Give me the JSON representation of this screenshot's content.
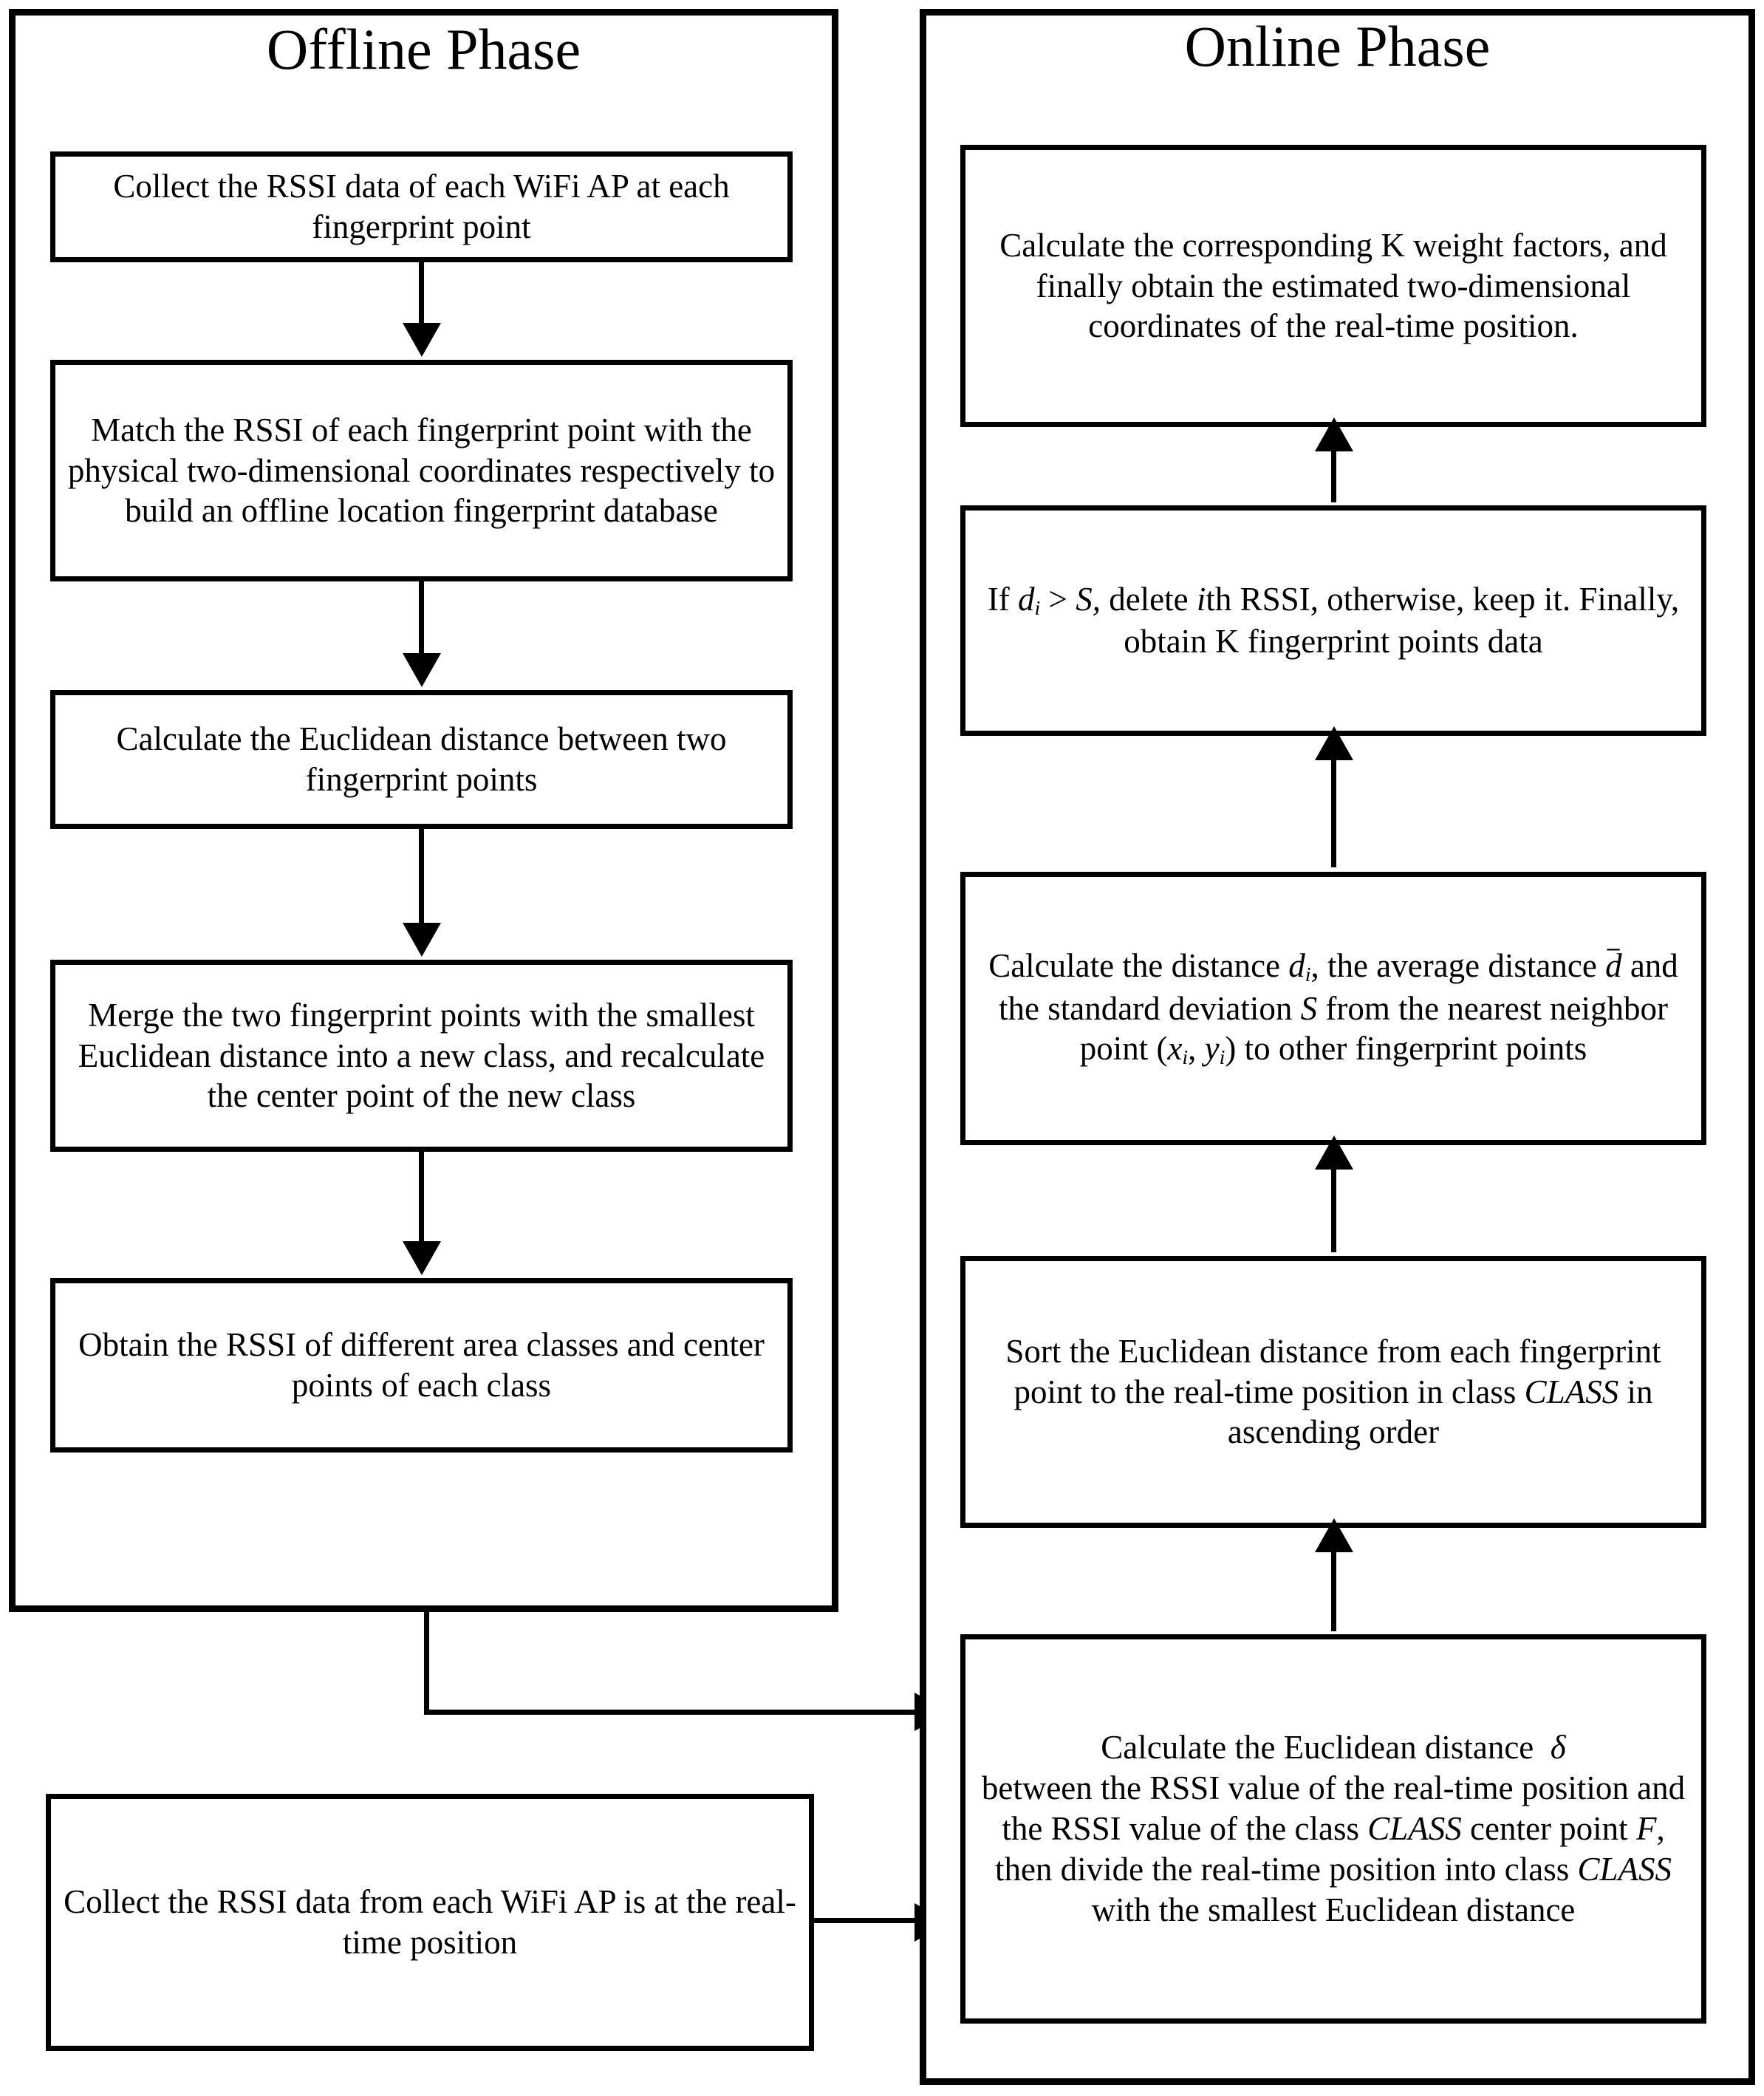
{
  "diagram": {
    "title_left": "Offline Phase",
    "title_right": "Online Phase",
    "offline": {
      "steps": [
        {
          "id": "collect-rssi-fingerprint",
          "text": "Collect the RSSI data of each WiFi AP at each fingerprint point"
        },
        {
          "id": "match-rssi-coordinates",
          "text": "Match the RSSI of each fingerprint point with the physical two-dimensional coordinates respectively to build an offline location fingerprint database"
        },
        {
          "id": "calc-euclidean-two-points",
          "text": "Calculate the Euclidean distance between two fingerprint points"
        },
        {
          "id": "merge-two-points",
          "text": "Merge the two fingerprint points with the smallest Euclidean distance into a new class, and recalculate the center point of the new class"
        },
        {
          "id": "obtain-rssi-area-classes",
          "text": "Obtain the RSSI of different area classes and center points of each class"
        }
      ]
    },
    "online": {
      "steps": [
        {
          "id": "calc-weight-factors",
          "text": "Calculate the corresponding K weight factors, and finally obtain the estimated two-dimensional coordinates of the real-time position."
        },
        {
          "id": "threshold-delete-rssi",
          "text": "If di > S, delete ith RSSI, otherwise, keep it. Finally, obtain K fingerprint points data"
        },
        {
          "id": "calc-distance-stats",
          "text": "Calculate the distance di, the average distance d and the standard deviation S from the nearest neighbor point (xi, yi) to other fingerprint points"
        },
        {
          "id": "sort-euclidean-ascending",
          "text": "Sort the Euclidean distance from each fingerprint point to the real-time position in class CLASS in ascending order"
        },
        {
          "id": "calc-euclidean-delta",
          "text": "Calculate the Euclidean distance δ between the RSSI value of the real-time position and the RSSI value of the class CLASS center point F, then divide the real-time position into class CLASS with the smallest Euclidean distance"
        }
      ]
    },
    "realtime_input": {
      "id": "collect-rssi-realtime",
      "text": "Collect the RSSI data from each WiFi AP is at the real-time position"
    },
    "symbols": {
      "delta": "δ",
      "d_sub_i": "di",
      "d_bar": "d",
      "S": "S",
      "K": "K",
      "F": "F",
      "CLASS": "CLASS",
      "x_sub_i": "xi",
      "y_sub_i": "yi"
    },
    "colors": {
      "stroke": "#000000",
      "background": "#ffffff"
    }
  }
}
